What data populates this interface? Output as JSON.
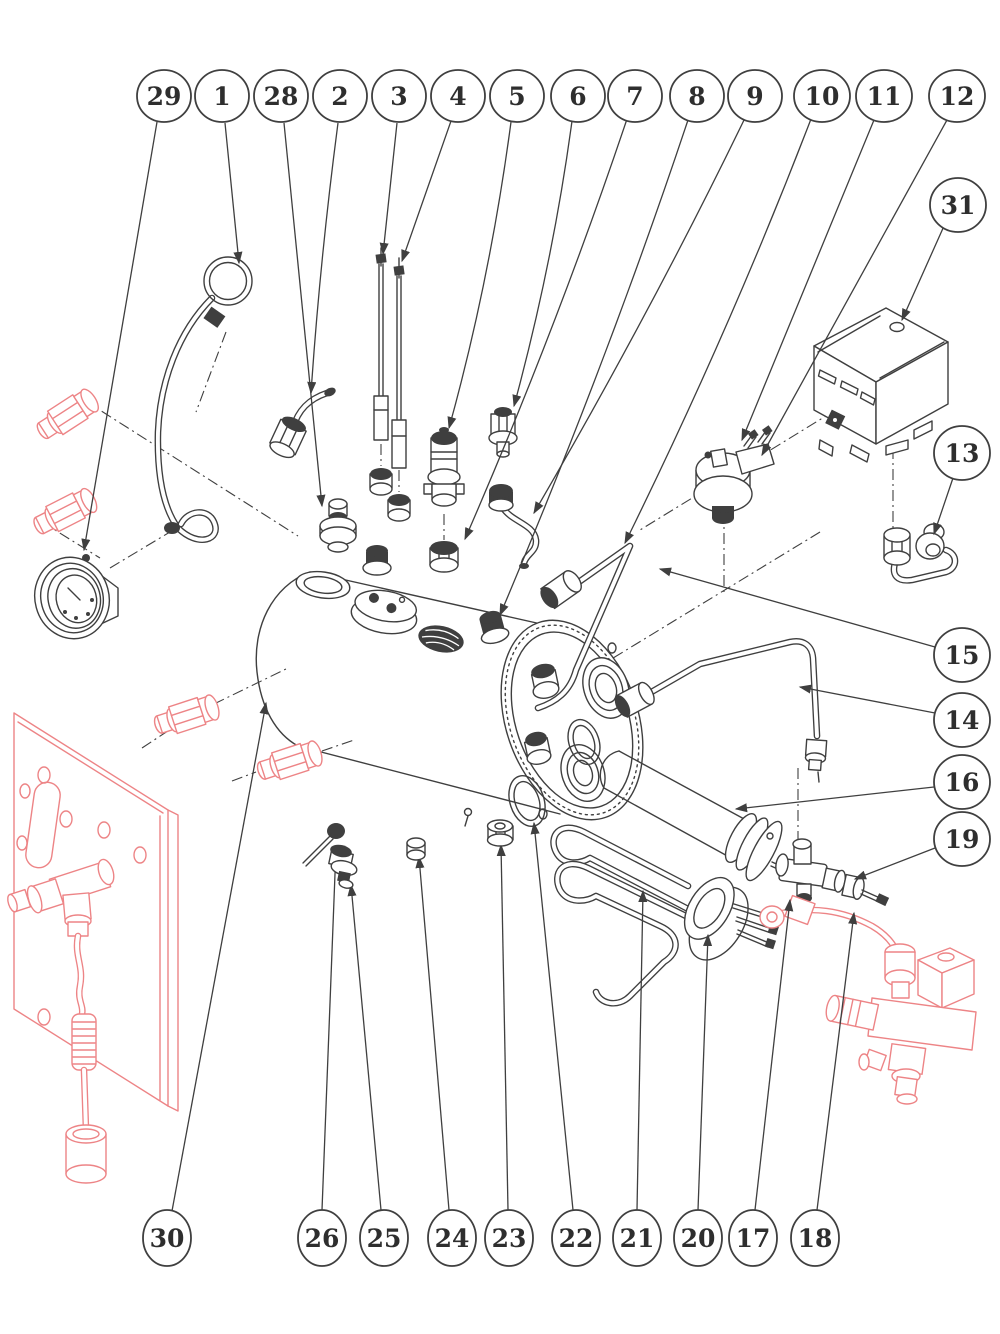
{
  "figure": {
    "kind": "exploded-parts-diagram",
    "background": "#ffffff"
  },
  "colors": {
    "ink": "#3f3f3f",
    "accent_red": "#ed8486",
    "label_ink": "#2e2e2e"
  },
  "callouts": {
    "c1": {
      "label": "1"
    },
    "c2": {
      "label": "2"
    },
    "c3": {
      "label": "3"
    },
    "c4": {
      "label": "4"
    },
    "c5": {
      "label": "5"
    },
    "c6": {
      "label": "6"
    },
    "c7": {
      "label": "7"
    },
    "c8": {
      "label": "8"
    },
    "c9": {
      "label": "9"
    },
    "c10": {
      "label": "10"
    },
    "c11": {
      "label": "11"
    },
    "c12": {
      "label": "12"
    },
    "c13": {
      "label": "13"
    },
    "c14": {
      "label": "14"
    },
    "c15": {
      "label": "15"
    },
    "c16": {
      "label": "16"
    },
    "c17": {
      "label": "17"
    },
    "c18": {
      "label": "18"
    },
    "c19": {
      "label": "19"
    },
    "c20": {
      "label": "20"
    },
    "c21": {
      "label": "21"
    },
    "c22": {
      "label": "22"
    },
    "c23": {
      "label": "23"
    },
    "c24": {
      "label": "24"
    },
    "c25": {
      "label": "25"
    },
    "c26": {
      "label": "26"
    },
    "c28": {
      "label": "28"
    },
    "c29": {
      "label": "29"
    },
    "c30": {
      "label": "30"
    },
    "c31": {
      "label": "31"
    }
  }
}
